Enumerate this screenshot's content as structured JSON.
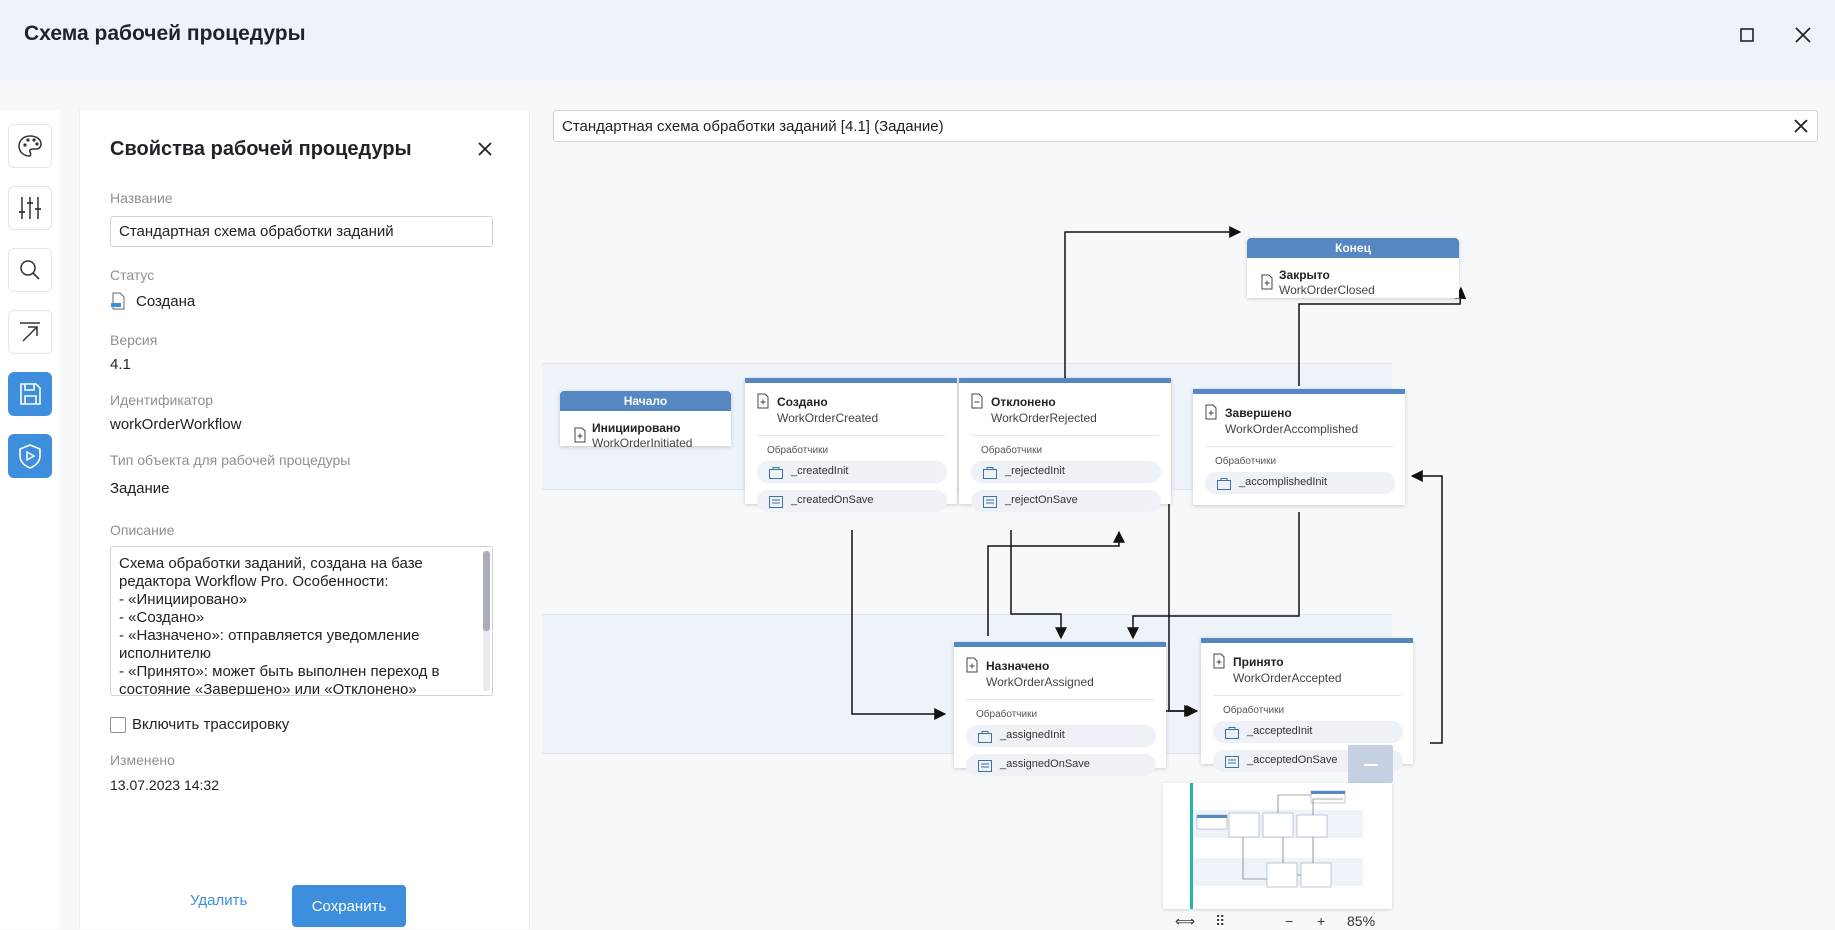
{
  "window": {
    "title": "Схема рабочей процедуры",
    "maximize_icon": "maximize-icon",
    "close_icon": "close-icon"
  },
  "toolbar": {
    "items": [
      {
        "icon": "palette-icon"
      },
      {
        "icon": "sliders-icon"
      },
      {
        "icon": "search-icon"
      },
      {
        "icon": "export-icon"
      },
      {
        "icon": "save-icon",
        "active": true
      },
      {
        "icon": "shield-play-icon",
        "active": true
      }
    ]
  },
  "properties": {
    "title": "Свойства рабочей процедуры",
    "name_label": "Название",
    "name_value": "Стандартная схема обработки заданий",
    "status_label": "Статус",
    "status_value": "Создана",
    "version_label": "Версия",
    "version_value": "4.1",
    "identifier_label": "Идентификатор",
    "identifier_value": "workOrderWorkflow",
    "object_type_label": "Тип объекта для рабочей процедуры",
    "object_type_value": "Задание",
    "description_label": "Описание",
    "description_value": "Схема обработки заданий, создана на базе редактора Workflow Pro. Особенности:\n- «Инициировано»\n- «Создано»\n- «Назначено»: отправляется уведомление исполнителю\n- «Принято»: может быть выполнен переход в состояние «Завершено» или «Отклонено»",
    "tracing_label": "Включить трассировку",
    "tracing_checked": false,
    "modified_label": "Изменено",
    "modified_value": "13.07.2023 14:32",
    "delete_label": "Удалить",
    "save_label": "Сохранить"
  },
  "diagram": {
    "path": "Стандартная схема обработки заданий [4.1] (Задание)",
    "start": {
      "bar": "Начало",
      "name": "Инициировано",
      "code": "WorkOrderInitiated"
    },
    "end": {
      "bar": "Конец",
      "name": "Закрыто",
      "code": "WorkOrderClosed"
    },
    "handlers_label": "Обработчики",
    "states": {
      "created": {
        "name": "Создано",
        "code": "WorkOrderCreated",
        "handlers": [
          "_createdInit",
          "_createdOnSave"
        ]
      },
      "rejected": {
        "name": "Отклонено",
        "code": "WorkOrderRejected",
        "handlers": [
          "_rejectedInit",
          "_rejectOnSave"
        ]
      },
      "accomplished": {
        "name": "Завершено",
        "code": "WorkOrderAccomplished",
        "handlers": [
          "_accomplishedInit"
        ]
      },
      "assigned": {
        "name": "Назначено",
        "code": "WorkOrderAssigned",
        "handlers": [
          "_assignedInit",
          "_assignedOnSave"
        ]
      },
      "accepted": {
        "name": "Принято",
        "code": "WorkOrderAccepted",
        "handlers": [
          "_acceptedInit",
          "_acceptedOnSave"
        ]
      }
    },
    "zoom": "85%",
    "accent_color": "#5588c2",
    "button_color": "#3d8fde"
  }
}
